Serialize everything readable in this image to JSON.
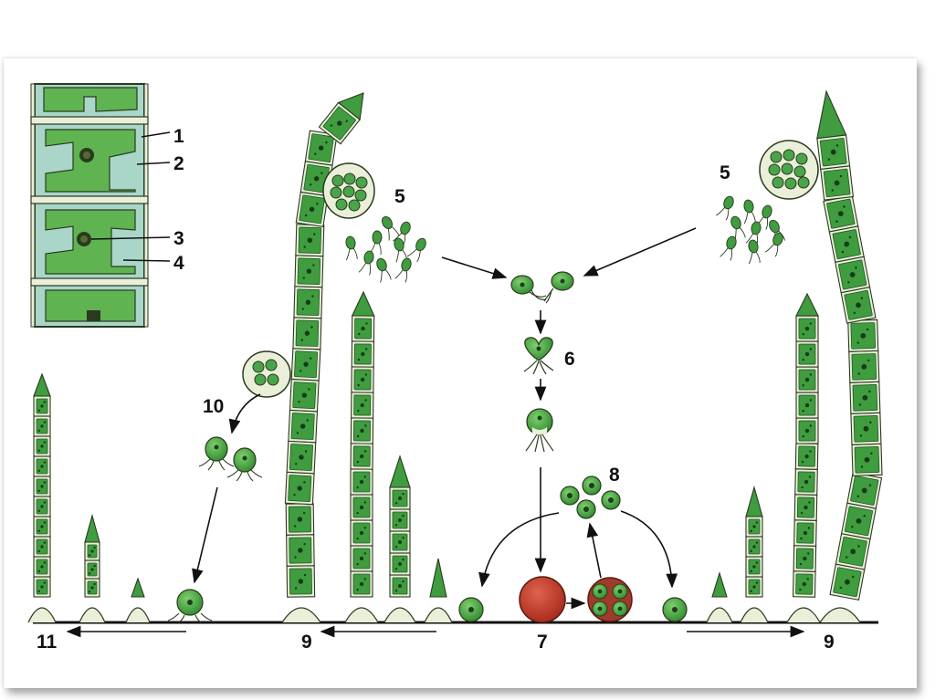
{
  "labels": {
    "l1": "1",
    "l2": "2",
    "l3": "3",
    "l4": "4",
    "l5a": "5",
    "l5b": "5",
    "l6": "6",
    "l7": "7",
    "l8": "8",
    "l9a": "9",
    "l9b": "9",
    "l10": "10",
    "l11": "11"
  },
  "colors": {
    "cell": "#3f9c3f",
    "cell_light": "#7ac36a",
    "wall": "#e9efd9",
    "outline": "#2b3a1e",
    "zygote": "#c0392b",
    "water": "#a9d6c9",
    "ground": "#111111"
  }
}
